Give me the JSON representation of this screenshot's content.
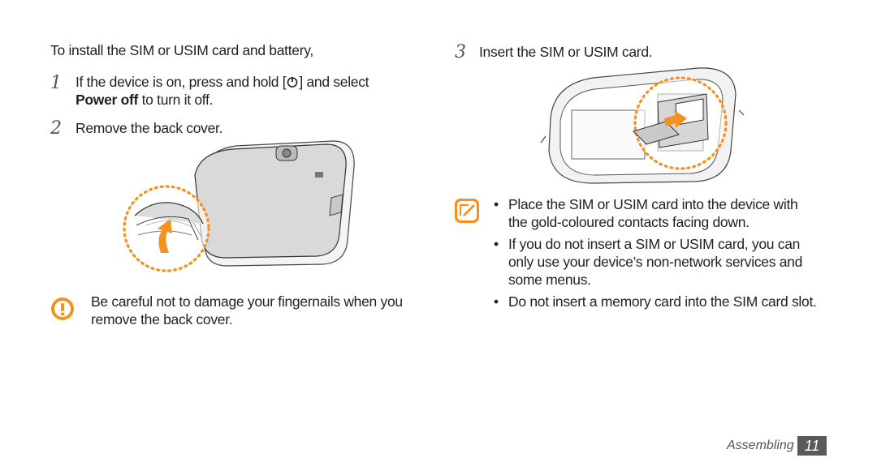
{
  "intro": "To install the SIM or USIM card and battery,",
  "steps": [
    {
      "number": "1",
      "text_before": "If the device is on, press and hold [",
      "power_icon": "power-key-icon",
      "text_after": "] and select",
      "bold": "Power off",
      "text_end": " to turn it off."
    },
    {
      "number": "2",
      "text": "Remove the back cover."
    },
    {
      "number": "3",
      "text": "Insert the SIM or USIM card."
    }
  ],
  "caution": {
    "icon": "caution-icon",
    "text": "Be careful not to damage your fingernails when you remove the back cover."
  },
  "notes": {
    "icon": "note-icon",
    "bullets": [
      "Place the SIM or USIM card into the device with the gold-coloured contacts facing down.",
      "If you do not insert a SIM or USIM card, you can only use your device’s non-network services and some menus.",
      "Do not insert a memory card into the SIM card slot."
    ]
  },
  "footer": {
    "section": "Assembling",
    "page": "11"
  },
  "colors": {
    "accent": "#f39221",
    "text": "#231f20",
    "page_box": "#5a5a5a"
  }
}
